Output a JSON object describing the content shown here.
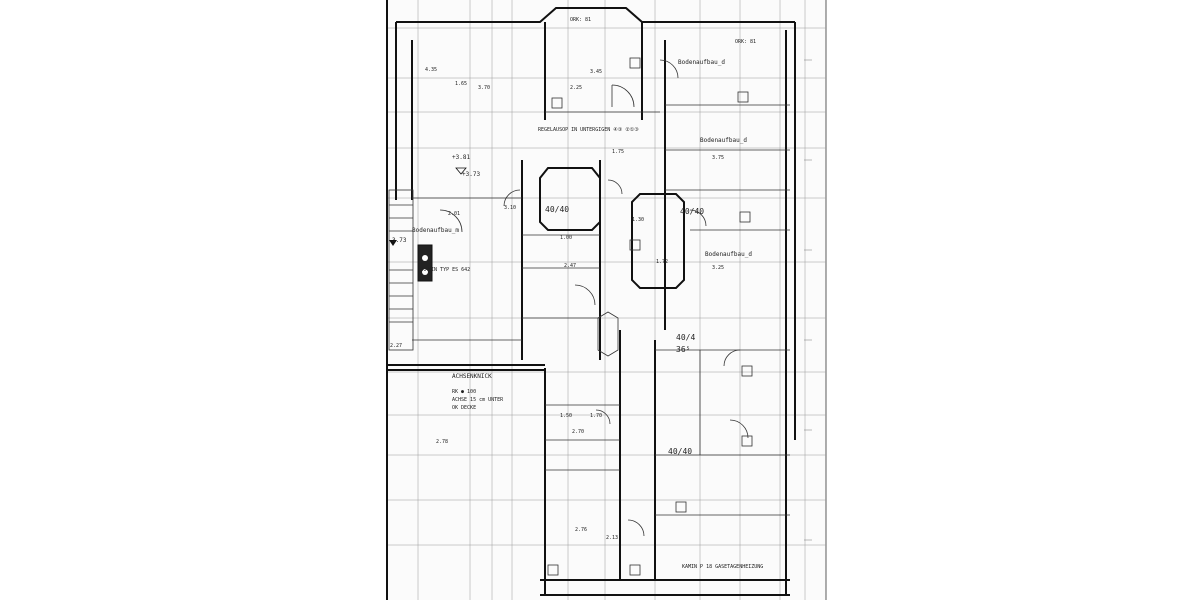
{
  "labels": {
    "top_room_value": "ORK: 81",
    "tr_value": "ORK: 81",
    "bodenaufbau_1": "Bodenaufbau_d",
    "bodenaufbau_2": "Bodenaufbau_d",
    "bodenaufbau_3": "Bodenaufbau_d",
    "bodenaufbau_m": "Bodenaufbau_m",
    "regelausop": "REGELAUSOP IN UNTERGIGEN ④③ ②①③",
    "level_381": "+3.81",
    "level_373a": "+3.73",
    "level_373b": "3.73",
    "dim_435": "4.35",
    "dim_345": "3.45",
    "dim_225": "2.25",
    "dim_165": "1.65",
    "dim_370": "3.70",
    "dim_375": "3.75",
    "dim_325": "3.25",
    "dim_40_40a": "40/40",
    "dim_40_40b": "40/40",
    "dim_40_40c": "40/40",
    "dim_40": "40/4",
    "dim_365": "36⁵",
    "kamin": "KAMIN TYP ES 642",
    "achsenknick": "ACHSENKNICK",
    "achse_note_1": "RK ● 100",
    "achse_note_2": "ACHSE 15 cm UNTER",
    "achse_note_3": "OK DECKE",
    "kamin_bottom": "KAMIN P 18   GASETAGENHEIZUNG",
    "dim_150": "1.50",
    "dim_170": "1.70",
    "dim_270": "2.70",
    "dim_276": "2.76",
    "dim_227": "2.27",
    "dim_278": "2.78",
    "dim_213": "2.13",
    "dim_175": "1.75",
    "dim_201": "2.01",
    "dim_310": "3.10",
    "dim_247": "2.47",
    "dim_172": "1.72",
    "dim_130": "1.30",
    "dim_100": "1.00"
  }
}
